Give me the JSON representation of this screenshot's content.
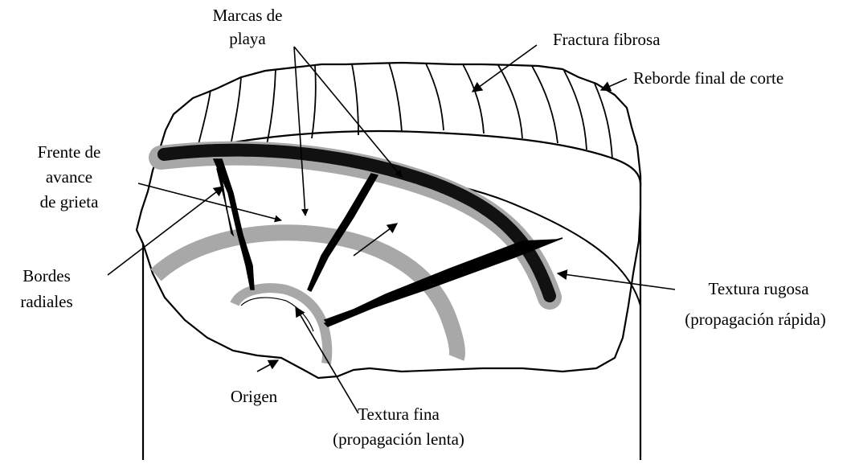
{
  "diagram": {
    "labels": {
      "marcas_line1": "Marcas de",
      "marcas_line2": "playa",
      "fractura_fibrosa": "Fractura fibrosa",
      "reborde": "Reborde final de corte",
      "frente_line1": "Frente de",
      "frente_line2": "avance",
      "frente_line3": "de grieta",
      "bordes_line1": "Bordes",
      "bordes_line2": "radiales",
      "rugosa_line1": "Textura rugosa",
      "rugosa_line2": "(propagación rápida)",
      "origen": "Origen",
      "fina_line1": "Textura fina",
      "fina_line2": "(propagación lenta)"
    },
    "colors": {
      "ink": "#000000",
      "beach_mark_gray": "#a8a8a8",
      "rough_band_dark": "#111111",
      "background": "#ffffff"
    }
  }
}
